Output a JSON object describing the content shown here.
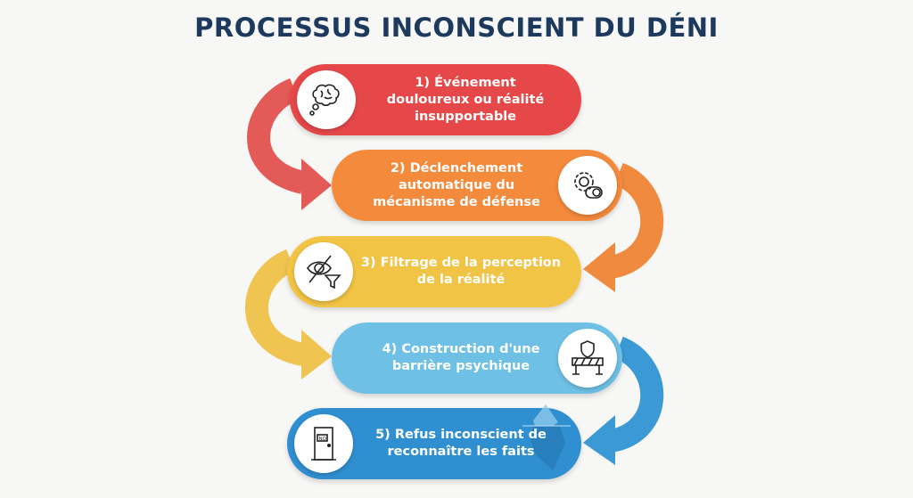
{
  "title": "PROCESSUS INCONSCIENT DU DÉNI",
  "steps": [
    {
      "label": "1) Événement douloureux ou réalité insupportable",
      "icon": "brain-thought-icon",
      "color": "#e6484a"
    },
    {
      "label": "2) Déclenchement automatique du mécanisme de défense",
      "icon": "gear-toggle-icon",
      "color": "#f48a3c"
    },
    {
      "label": "3) Filtrage de la perception de la réalité",
      "icon": "eye-slash-funnel-icon",
      "color": "#f2c445"
    },
    {
      "label": "4) Construction d'une barrière psychique",
      "icon": "shield-barrier-icon",
      "color": "#6fc0e5"
    },
    {
      "label": "5) Refus inconscient de reconnaître les faits",
      "icon": "door-no-sign-icon",
      "color": "#2f8fd1"
    }
  ],
  "door_sign": "NO"
}
